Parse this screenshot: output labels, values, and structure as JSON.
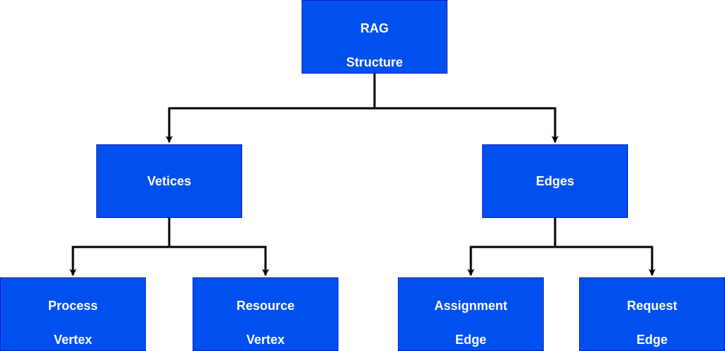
{
  "diagram": {
    "root": {
      "line1": "RAG",
      "line2": "Structure"
    },
    "vertices": {
      "label": "Vetices"
    },
    "edges": {
      "label": "Edges"
    },
    "process_vertex": {
      "line1": "Process",
      "line2": "Vertex"
    },
    "resource_vertex": {
      "line1": "Resource",
      "line2": "Vertex"
    },
    "assignment_edge": {
      "line1": "Assignment",
      "line2": "Edge"
    },
    "request_edge": {
      "line1": "Request",
      "line2": "Edge"
    }
  },
  "colors": {
    "node_fill": "#0050ef",
    "node_border": "#001dbc",
    "node_text": "#ffffff",
    "connector": "#000000"
  }
}
